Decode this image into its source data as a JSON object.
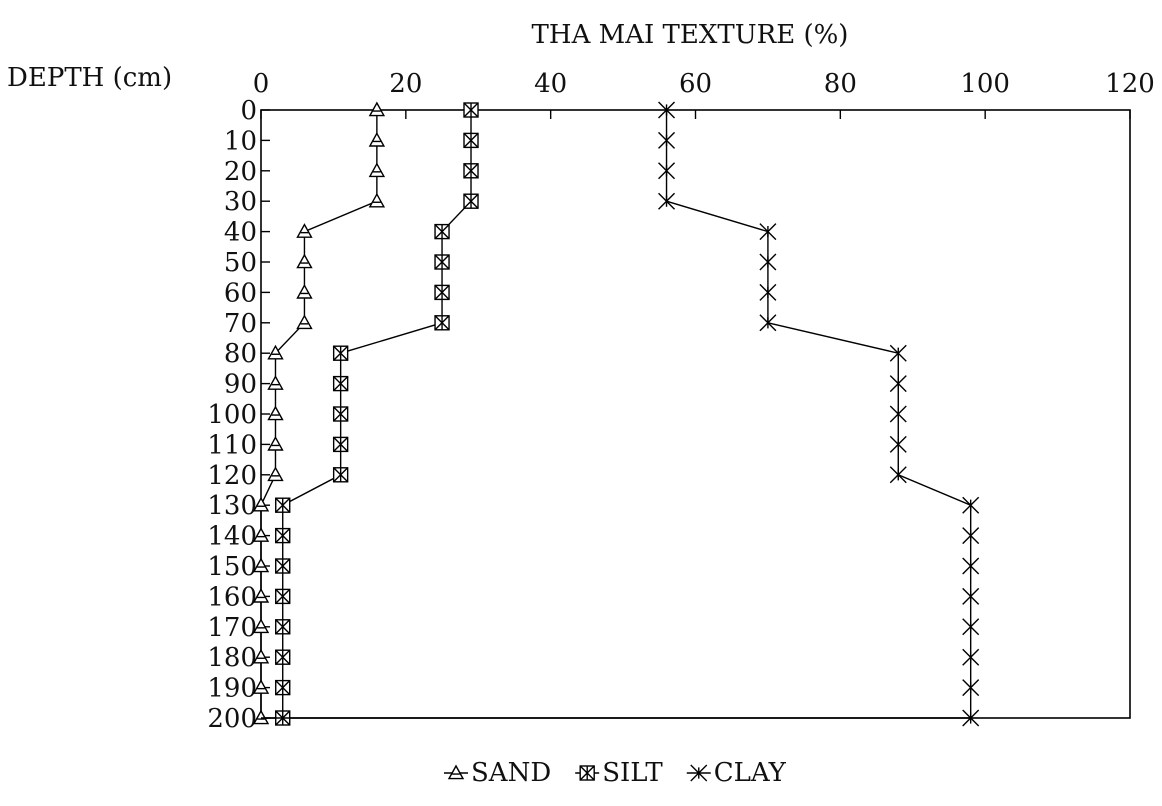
{
  "chart_data": {
    "type": "line",
    "orientation": "depth-profile",
    "title": "THA MAI TEXTURE (%)",
    "ylabel": "DEPTH (cm)",
    "xlabel": "",
    "xlim": [
      0,
      120
    ],
    "ylim": [
      0,
      200
    ],
    "y_inverted": true,
    "x_ticks": [
      0,
      20,
      40,
      60,
      80,
      100,
      120
    ],
    "y_ticks": [
      0,
      10,
      20,
      30,
      40,
      50,
      60,
      70,
      80,
      90,
      100,
      110,
      120,
      130,
      140,
      150,
      160,
      170,
      180,
      190,
      200
    ],
    "grid": false,
    "legend_position": "bottom-center",
    "depth": [
      0,
      10,
      20,
      30,
      40,
      50,
      60,
      70,
      80,
      90,
      100,
      110,
      120,
      130,
      140,
      150,
      160,
      170,
      180,
      190,
      200
    ],
    "series": [
      {
        "name": "SAND",
        "marker": "triangle",
        "values": [
          16,
          16,
          16,
          16,
          6,
          6,
          6,
          6,
          2,
          2,
          2,
          2,
          2,
          0,
          0,
          0,
          0,
          0,
          0,
          0,
          0
        ]
      },
      {
        "name": "SILT",
        "marker": "boxed-x",
        "values": [
          29,
          29,
          29,
          29,
          25,
          25,
          25,
          25,
          11,
          11,
          11,
          11,
          11,
          3,
          3,
          3,
          3,
          3,
          3,
          3,
          3
        ]
      },
      {
        "name": "CLAY",
        "marker": "asterisk",
        "values": [
          56,
          56,
          56,
          56,
          70,
          70,
          70,
          70,
          88,
          88,
          88,
          88,
          88,
          98,
          98,
          98,
          98,
          98,
          98,
          98,
          98
        ]
      }
    ]
  }
}
